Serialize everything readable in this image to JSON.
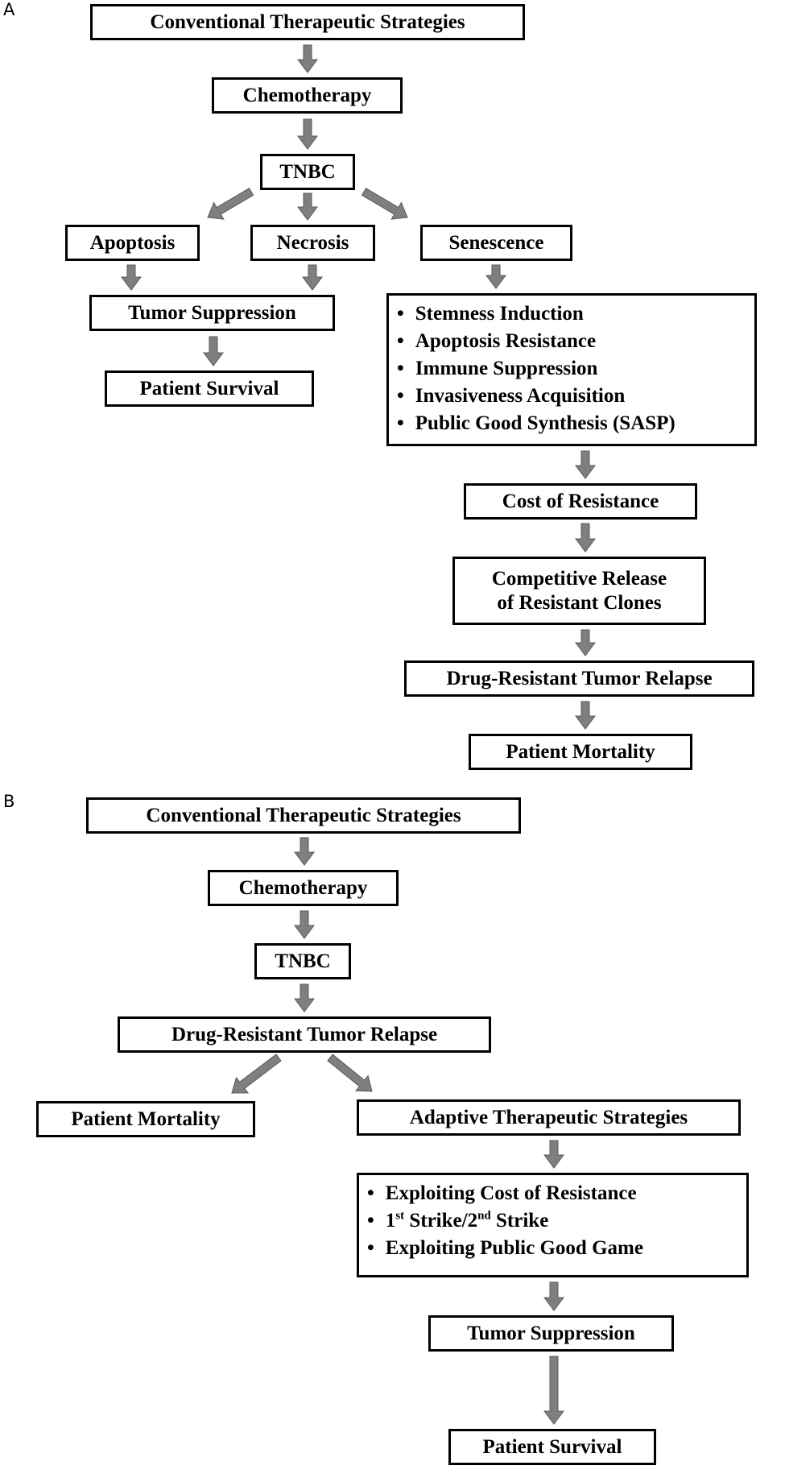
{
  "panel_a": {
    "label": "A",
    "conventional": "Conventional Therapeutic Strategies",
    "chemotherapy": "Chemotherapy",
    "tnbc": "TNBC",
    "apoptosis": "Apoptosis",
    "necrosis": "Necrosis",
    "senescence": "Senescence",
    "tumor_suppression": "Tumor Suppression",
    "patient_survival": "Patient Survival",
    "senescence_effects": [
      "Stemness Induction",
      "Apoptosis Resistance",
      "Immune Suppression",
      "Invasiveness Acquisition",
      "Public Good Synthesis (SASP)"
    ],
    "cost_of_resistance": "Cost of Resistance",
    "competitive_release_line1": "Competitive Release",
    "competitive_release_line2": "of Resistant Clones",
    "relapse": "Drug-Resistant Tumor Relapse",
    "patient_mortality": "Patient Mortality"
  },
  "panel_b": {
    "label": "B",
    "conventional": "Conventional Therapeutic Strategies",
    "chemotherapy": "Chemotherapy",
    "tnbc": "TNBC",
    "relapse": "Drug-Resistant Tumor Relapse",
    "patient_mortality": "Patient Mortality",
    "adaptive": "Adaptive Therapeutic Strategies",
    "strategy_1": "Exploiting Cost of Resistance",
    "strategy_2_first": "1",
    "strategy_2_first_sup": "st",
    "strategy_2_mid": " Strike/2",
    "strategy_2_second_sup": "nd",
    "strategy_2_end": " Strike",
    "strategy_3": "Exploiting Public Good Game",
    "tumor_suppression": "Tumor Suppression",
    "patient_survival": "Patient Survival"
  },
  "colors": {
    "arrow": "#7f7f7f",
    "border": "#000000",
    "text": "#000000"
  }
}
